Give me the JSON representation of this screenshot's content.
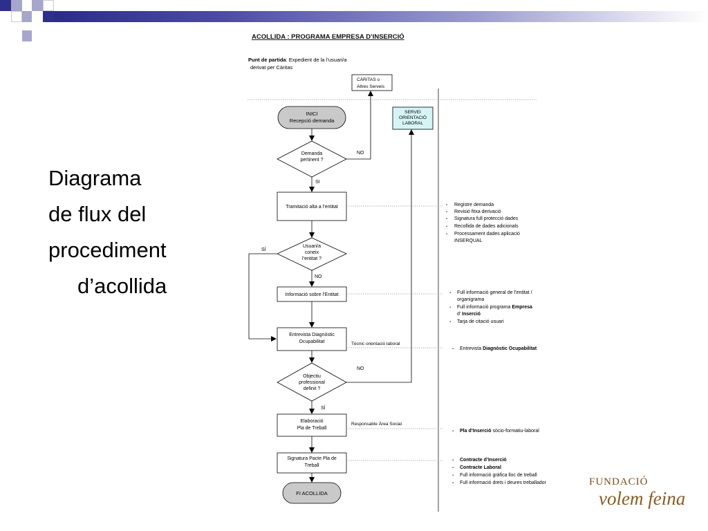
{
  "slide": {
    "title_lines": [
      "Diagrama",
      "de flux del",
      "procediment",
      "d’acollida"
    ]
  },
  "diagram": {
    "header": "ACOLLIDA :   PROGRAMA EMPRESA D’INSERCIÓ",
    "start_point_bold": "Punt de partida",
    "start_point_rest": ": Expedient de la l’usuari/a",
    "start_point_line2": "derivat per Càritas",
    "caritas_box": [
      "CÀRITAS  o",
      "Altres Serveis"
    ],
    "servei_box": [
      "SERVEI",
      "ORIENTACIÓ",
      "LABORAL"
    ],
    "inici": [
      "INICI",
      "Recepció demanda"
    ],
    "demanda": [
      "Demanda",
      "pertinent ?"
    ],
    "no_1": "NO",
    "si_1": "SI",
    "tramitacio": "Tramitació alta a l’entitat",
    "usuari": [
      "Usuari/a",
      "coneix",
      "l’entitat ?"
    ],
    "si_2": "SÍ",
    "no_2": "NO",
    "informacio": "Informació sobre l’Entitat",
    "entrevista": [
      "Entrevista Diagnòstic",
      "Ocupabilitat"
    ],
    "tecnic": "Tècnic orientació laboral",
    "objectiu": [
      "Objectiu",
      "professional",
      "definit ?"
    ],
    "no_3": "NO",
    "si_3": "SÍ",
    "elaboracio": [
      "Elaboració",
      "Pla de Treball"
    ],
    "responsable": "Responsable Àrea Social",
    "signatura": [
      "Signatura Pacte Pla de",
      "Treball"
    ],
    "fi": "FI  ACOLLIDA",
    "notes_tramitacio": [
      "Registre demanda",
      "Revisió fitxa derivació",
      "Signatura full protecció dades",
      "Recollida de dades adicionals",
      "Processament dades aplicació",
      "INSERQUAL"
    ],
    "notes_informacio": {
      "l1": "Full informació general de l’entitat /",
      "l2": "organigrama",
      "l3_a": "Full informació programa ",
      "l3_b": "Empresa",
      "l4_a": "d’ ",
      "l4_b": "Inserció",
      "l5": "Tarja de citació usuari"
    },
    "notes_entrevista": {
      "a": "Entrevista ",
      "b": "Diagnòstic Ocupabilitat"
    },
    "notes_pla": {
      "a": "Pla d’Inserció",
      "b": " sòcio-formatiu-laboral"
    },
    "notes_signatura": [
      "Contracte d’Inserció",
      "Contracte Laboral",
      "Full informació gràfica lloc de treball",
      "Full informació drets i deures treballador"
    ]
  },
  "logo": {
    "line1": "FUNDACIÓ",
    "line2": "volem feina"
  },
  "colors": {
    "topbar": "#2b2b8c",
    "square_dark": "#2e2e8c",
    "square_light": "#a6a6cc",
    "servei_fill": "#d6f4f6",
    "terminator_fill": "#c9c9c9",
    "logo": "#8a5a20"
  }
}
